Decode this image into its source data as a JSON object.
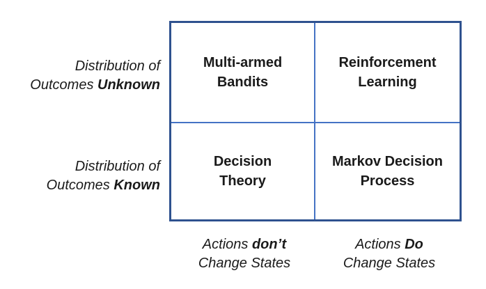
{
  "colors": {
    "outer_border": "#2F528F",
    "inner_border": "#4472C4",
    "text": "#1a1a1a"
  },
  "matrix": {
    "cells": [
      {
        "id": "multi-armed-bandits",
        "line1": "Multi-armed",
        "line2": "Bandits"
      },
      {
        "id": "reinforcement-learning",
        "line1": "Reinforcement",
        "line2": "Learning"
      },
      {
        "id": "decision-theory",
        "line1": "Decision",
        "line2": "Theory"
      },
      {
        "id": "markov-decision-process",
        "line1": "Markov Decision",
        "line2": "Process"
      }
    ]
  },
  "row_labels": [
    {
      "line1": "Distribution of",
      "line2_prefix": "Outcomes ",
      "line2_emphasis": "Unknown"
    },
    {
      "line1": "Distribution of",
      "line2_prefix": "Outcomes ",
      "line2_emphasis": "Known"
    }
  ],
  "col_labels": [
    {
      "line1_prefix": "Actions ",
      "line1_emphasis": "don’t",
      "line2": "Change States"
    },
    {
      "line1_prefix": "Actions ",
      "line1_emphasis": "Do",
      "line2": "Change States"
    }
  ]
}
